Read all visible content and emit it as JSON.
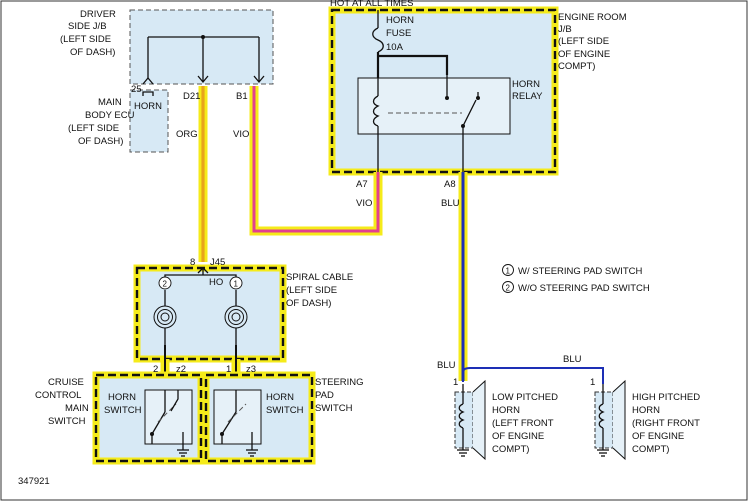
{
  "diagram_id": "347921",
  "colors": {
    "highlight": "#f5eb1a",
    "box_fill": "#d7e9f5",
    "wire_org": "#e8a31c",
    "wire_vio": "#e2408f",
    "wire_blu": "#1d2fb5"
  },
  "labels": {
    "hot_at_all_times": "HOT AT ALL TIMES",
    "engine_room_jb": [
      "ENGINE ROOM",
      "J/B",
      "(LEFT SIDE",
      "OF ENGINE",
      "COMPT)"
    ],
    "driver_jb": [
      "DRIVER",
      "SIDE J/B",
      "(LEFT SIDE",
      "OF DASH)"
    ],
    "main_body_ecu": [
      "MAIN",
      "BODY ECU",
      "(LEFT SIDE",
      "OF DASH)"
    ],
    "horn_fuse": [
      "HORN",
      "FUSE",
      "10A"
    ],
    "horn_relay": [
      "HORN",
      "RELAY"
    ],
    "ecu_horn": "HORN",
    "pin_25": "25",
    "pin_d21": "D21",
    "pin_b1": "B1",
    "wire_org": "ORG",
    "wire_vio_upper": "VIO",
    "pin_a7": "A7",
    "pin_a8": "A8",
    "wire_vio_lower": "VIO",
    "wire_blu_upper": "BLU",
    "connector_j45": "J45",
    "pin_8": "8",
    "spiral_ho": "HO",
    "spiral_mark_2": "2",
    "spiral_mark_1": "1",
    "spiral_cable": [
      "SPIRAL CABLE",
      "(LEFT SIDE",
      "OF DASH)"
    ],
    "legend": [
      {
        "mark": "1",
        "text": "W/ STEERING PAD SWITCH"
      },
      {
        "mark": "2",
        "text": "W/O STEERING PAD SWITCH"
      }
    ],
    "wire_blu_left": "BLU",
    "wire_blu_right": "BLU",
    "pin_low_1": "1",
    "pin_high_1": "1",
    "low_horn": [
      "LOW PITCHED",
      "HORN",
      "(LEFT FRONT",
      "OF ENGINE",
      "COMPT)"
    ],
    "high_horn": [
      "HIGH PITCHED",
      "HORN",
      "(RIGHT FRONT",
      "OF ENGINE",
      "COMPT)"
    ],
    "cruise_switch": [
      "CRUISE",
      "CONTROL",
      "MAIN",
      "SWITCH"
    ],
    "steering_switch": [
      "STEERING",
      "PAD",
      "SWITCH"
    ],
    "horn_switch_left": [
      "HORN",
      "SWITCH"
    ],
    "horn_switch_right": [
      "HORN",
      "SWITCH"
    ],
    "pin_2": "2",
    "pin_z2": "z2",
    "pin_1": "1",
    "pin_z3": "z3"
  }
}
